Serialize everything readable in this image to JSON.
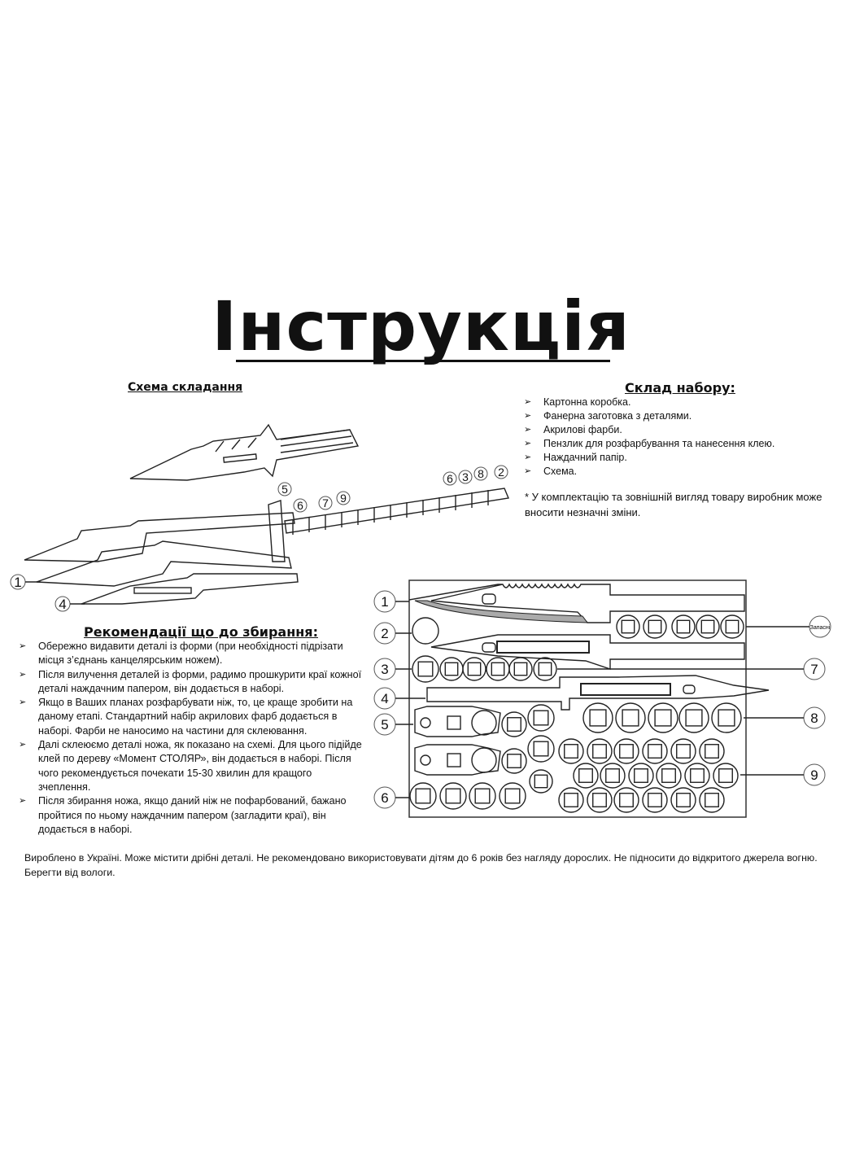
{
  "title": "Інструкція",
  "assembly": {
    "heading": "Схема складання",
    "callouts": [
      "5",
      "6",
      "7",
      "9",
      "6",
      "3",
      "8",
      "2",
      "1",
      "4"
    ]
  },
  "kit": {
    "heading": "Склад набору:",
    "items": [
      "Картонна коробка.",
      "Фанерна заготовка з деталями.",
      "Акрилові фарби.",
      "Пензлик для розфарбування та нанесення клею.",
      "Наждачний папір.",
      "Схема."
    ],
    "note": "* У комплектацію та зовнішній вигляд товару виробник може вносити незначні зміни."
  },
  "recommendations": {
    "heading": "Рекомендації що до збирання:",
    "items": [
      "Обережно видавити деталі із форми (при необхідності підрізати місця з’єднань канцелярським ножем).",
      "Після вилучення деталей із форми, радимо прошкурити краї кожної деталі наждачним папером, він додається в наборі.",
      "Якщо в Ваших планах розфарбувати ніж, то, це краще зробити на даному етапі. Стандартний набір акрилових фарб додається в наборі. Фарби не наносимо на частини для склеювання.",
      "Далі склеюємо деталі ножа, як показано на схемі. Для цього підійде клей по дереву «Момент СТОЛЯР», він додається в наборі. Після чого рекомендується почекати 15-30 хвилин для кращого зчеплення.",
      "Після збирання ножа, якщо даний ніж не пофарбований, бажано пройтися по ньому наждачним папером (загладити краї), він додається в наборі."
    ]
  },
  "sheet": {
    "left_labels": [
      "1",
      "2",
      "3",
      "4",
      "5",
      "6"
    ],
    "right_labels": [
      "7",
      "8",
      "9"
    ],
    "spares_label": "Запасні"
  },
  "footer": "Вироблено в Україні. Може містити дрібні деталі. Не рекомендовано використовувати дітям до 6 років без нагляду дорослих. Не підносити до відкритого джерела вогню. Берегти від вологи."
}
